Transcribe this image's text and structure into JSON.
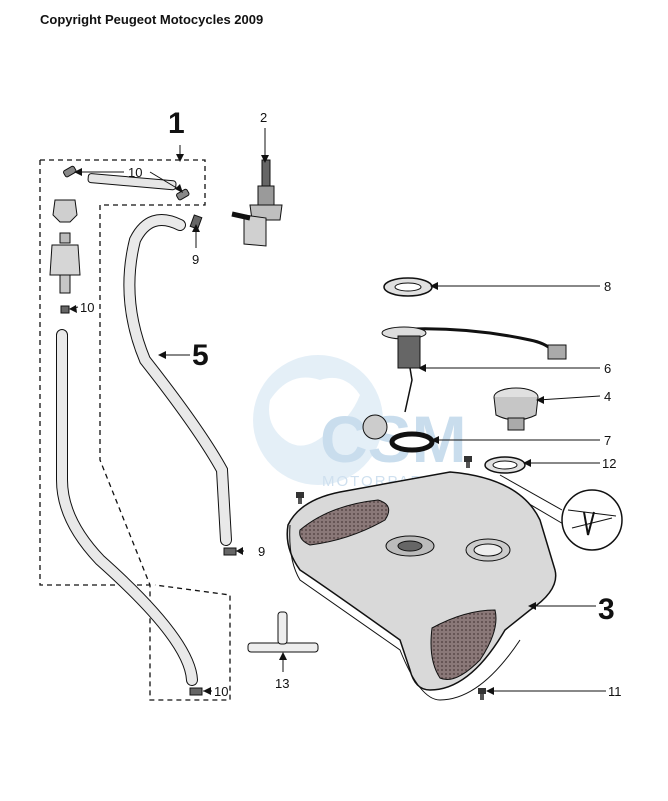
{
  "copyright": "Copyright Peugeot Motocycles 2009",
  "watermark": {
    "brand": "CSM",
    "tagline": "MOTORPARTS",
    "color": "#9ec3e0"
  },
  "callouts": {
    "c1": "1",
    "c2": "2",
    "c3": "3",
    "c4": "4",
    "c5": "5",
    "c6": "6",
    "c7": "7",
    "c8": "8",
    "c9a": "9",
    "c9b": "9",
    "c10a": "10",
    "c10b": "10",
    "c10c": "10",
    "c11": "11",
    "c12": "12",
    "c13": "13"
  },
  "colors": {
    "line": "#111111",
    "part_fill": "#d9d9d9",
    "mesh": "#7a6a6a"
  }
}
